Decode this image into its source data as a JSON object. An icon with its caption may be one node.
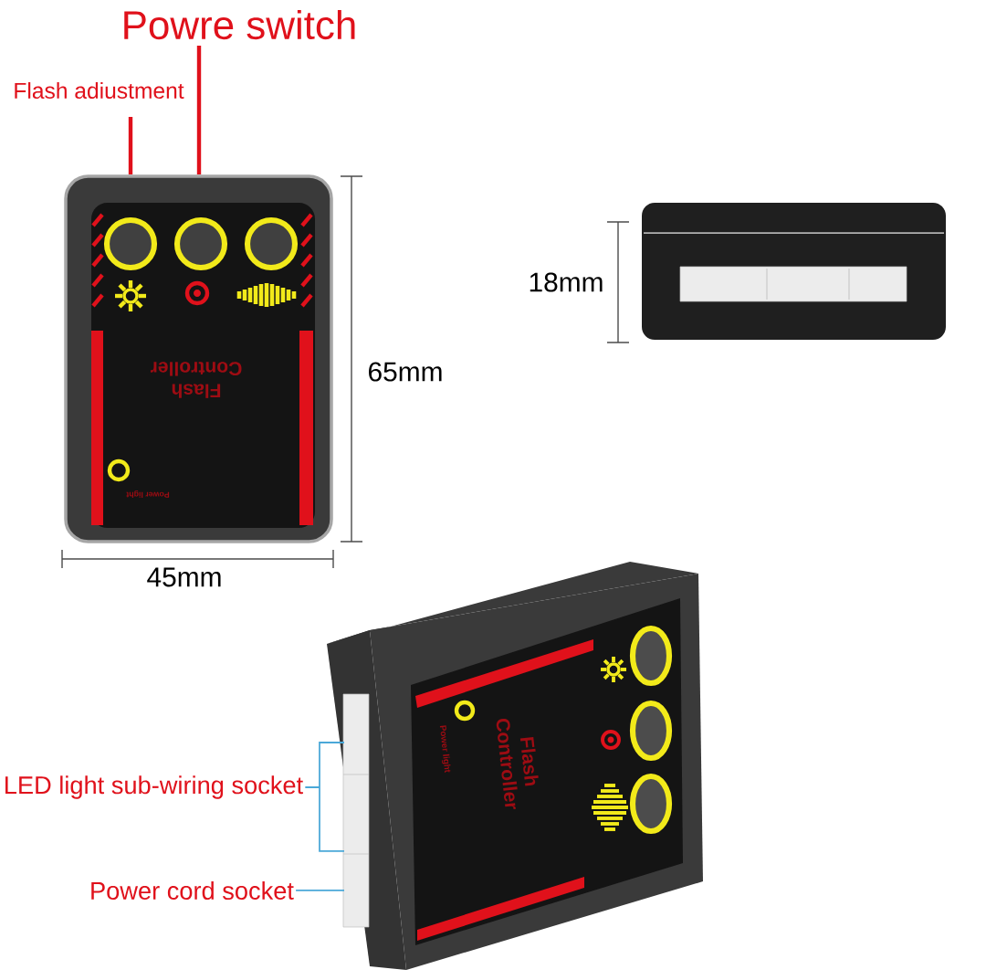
{
  "diagram": {
    "nodes": [
      {
        "text": [
          "Powre switch"
        ]
      },
      {
        "text": [
          "Flash adiustment"
        ]
      },
      {
        "text": [
          "LED light sub-wiring socket"
        ]
      },
      {
        "text": [
          "Power cord socket"
        ]
      }
    ],
    "edges": [
      {
        "from": 0,
        "to": null,
        "arrow": "none",
        "style": "thick",
        "color": "#e0111b"
      },
      {
        "from": 1,
        "to": null,
        "arrow": "none",
        "style": "thick",
        "color": "#e0111b"
      },
      {
        "from": 2,
        "to": null,
        "arrow": "none",
        "color": "#4aa8d8"
      },
      {
        "from": 3,
        "to": null,
        "arrow": "none",
        "color": "#4aa8d8"
      }
    ],
    "labels": [
      "18mm",
      "65mm",
      "45mm",
      "Flash Controller",
      "Power light",
      "Flash Controller",
      "Power light"
    ]
  }
}
